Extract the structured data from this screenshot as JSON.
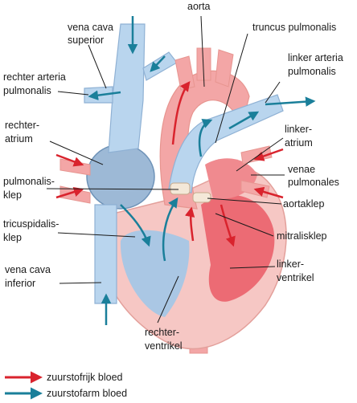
{
  "labels": {
    "aorta": "aorta",
    "vena_cava_superior": [
      "vena cava",
      "superior"
    ],
    "truncus_pulmonalis": "truncus pulmonalis",
    "rechter_arteria_pulmonalis": [
      "rechter arteria",
      "pulmonalis"
    ],
    "linker_arteria_pulmonalis": [
      "linker arteria",
      "pulmonalis"
    ],
    "rechter_atrium": [
      "rechter-",
      "atrium"
    ],
    "linker_atrium": [
      "linker-",
      "atrium"
    ],
    "venae_pulmonales": [
      "venae",
      "pulmonales"
    ],
    "pulmonalisklep": [
      "pulmonalis-",
      "klep"
    ],
    "aortaklep": "aortaklep",
    "tricuspidalisklep": [
      "tricuspidalis-",
      "klep"
    ],
    "mitralisklep": "mitralisklep",
    "vena_cava_inferior": [
      "vena cava",
      "inferior"
    ],
    "linker_ventrikel": [
      "linker-",
      "ventrikel"
    ],
    "rechter_ventrikel": [
      "rechter-",
      "ventrikel"
    ]
  },
  "legend": [
    {
      "text": "zuurstofrijk bloed",
      "color": "#d9232d"
    },
    {
      "text": "zuurstofarm bloed",
      "color": "#1a7f9a"
    }
  ],
  "colors": {
    "oxygen_rich": "#d9232d",
    "oxygen_poor": "#1a7f9a",
    "deoxygenated_vessel": "#b9d5ee",
    "oxygenated_vessel": "#f3a6a6",
    "heart_wall": "#f6c7c4"
  }
}
